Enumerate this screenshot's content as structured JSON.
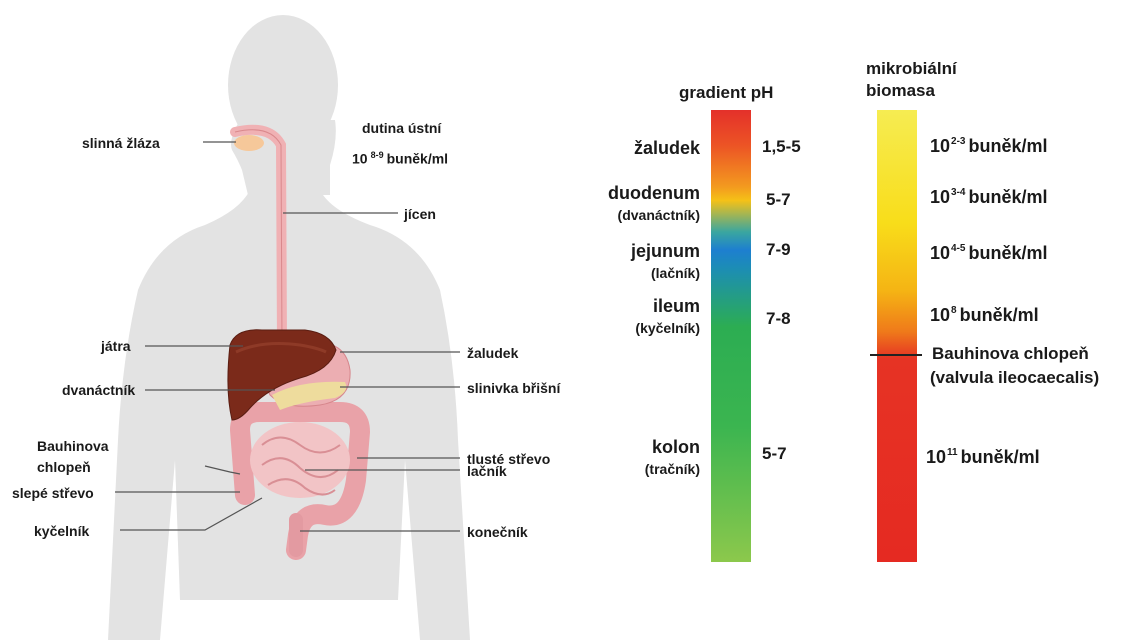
{
  "anatomy_labels": {
    "slinna_zlaza": "slinná žláza",
    "dutina_ustni": "dutina ústní",
    "dutina_count_base": "10",
    "dutina_count_exp": "8-9",
    "dutina_count_unit": "buněk/ml",
    "jicen": "jícen",
    "jatra": "játra",
    "zaludek": "žaludek",
    "dvanactnik": "dvanáctník",
    "slinivka": "slinivka břišní",
    "tluste_strevo": "tlusté střevo",
    "bauhinova_1": "Bauhinova",
    "bauhinova_2": "chlopeň",
    "lacnik": "lačník",
    "slepe_strevo": "slepé střevo",
    "kycelnik": "kyčelník",
    "konecnik": "konečník"
  },
  "ph_gradient": {
    "title": "gradient pH",
    "segments": [
      {
        "name": "žaludek",
        "sub": "",
        "ph": "1,5-5"
      },
      {
        "name": "duodenum",
        "sub": "(dvanáctník)",
        "ph": "5-7"
      },
      {
        "name": "jejunum",
        "sub": "(lačník)",
        "ph": "7-9"
      },
      {
        "name": "ileum",
        "sub": "(kyčelník)",
        "ph": "7-8"
      },
      {
        "name": "kolon",
        "sub": "(tračník)",
        "ph": "5-7"
      }
    ],
    "colors": [
      "#e53528",
      "#f3a21d",
      "#1a7fd0",
      "#2cad52",
      "#8fc74c"
    ]
  },
  "microbial_biomass": {
    "title_line1": "mikrobiální",
    "title_line2": "biomasa",
    "entries": [
      {
        "base": "10",
        "exp": "2-3",
        "unit": "buněk/ml"
      },
      {
        "base": "10",
        "exp": "3-4",
        "unit": "buněk/ml"
      },
      {
        "base": "10",
        "exp": "4-5",
        "unit": "buněk/ml"
      },
      {
        "base": "10",
        "exp": "8",
        "unit": "buněk/ml"
      },
      {
        "base": "10",
        "exp": "11",
        "unit": "buněk/ml"
      }
    ],
    "valve_label_1": "Bauhinova chlopeň",
    "valve_label_2": "(valvula ileocaecalis)",
    "colors": [
      "#f7e83a",
      "#f9d81a",
      "#e22b22"
    ]
  }
}
